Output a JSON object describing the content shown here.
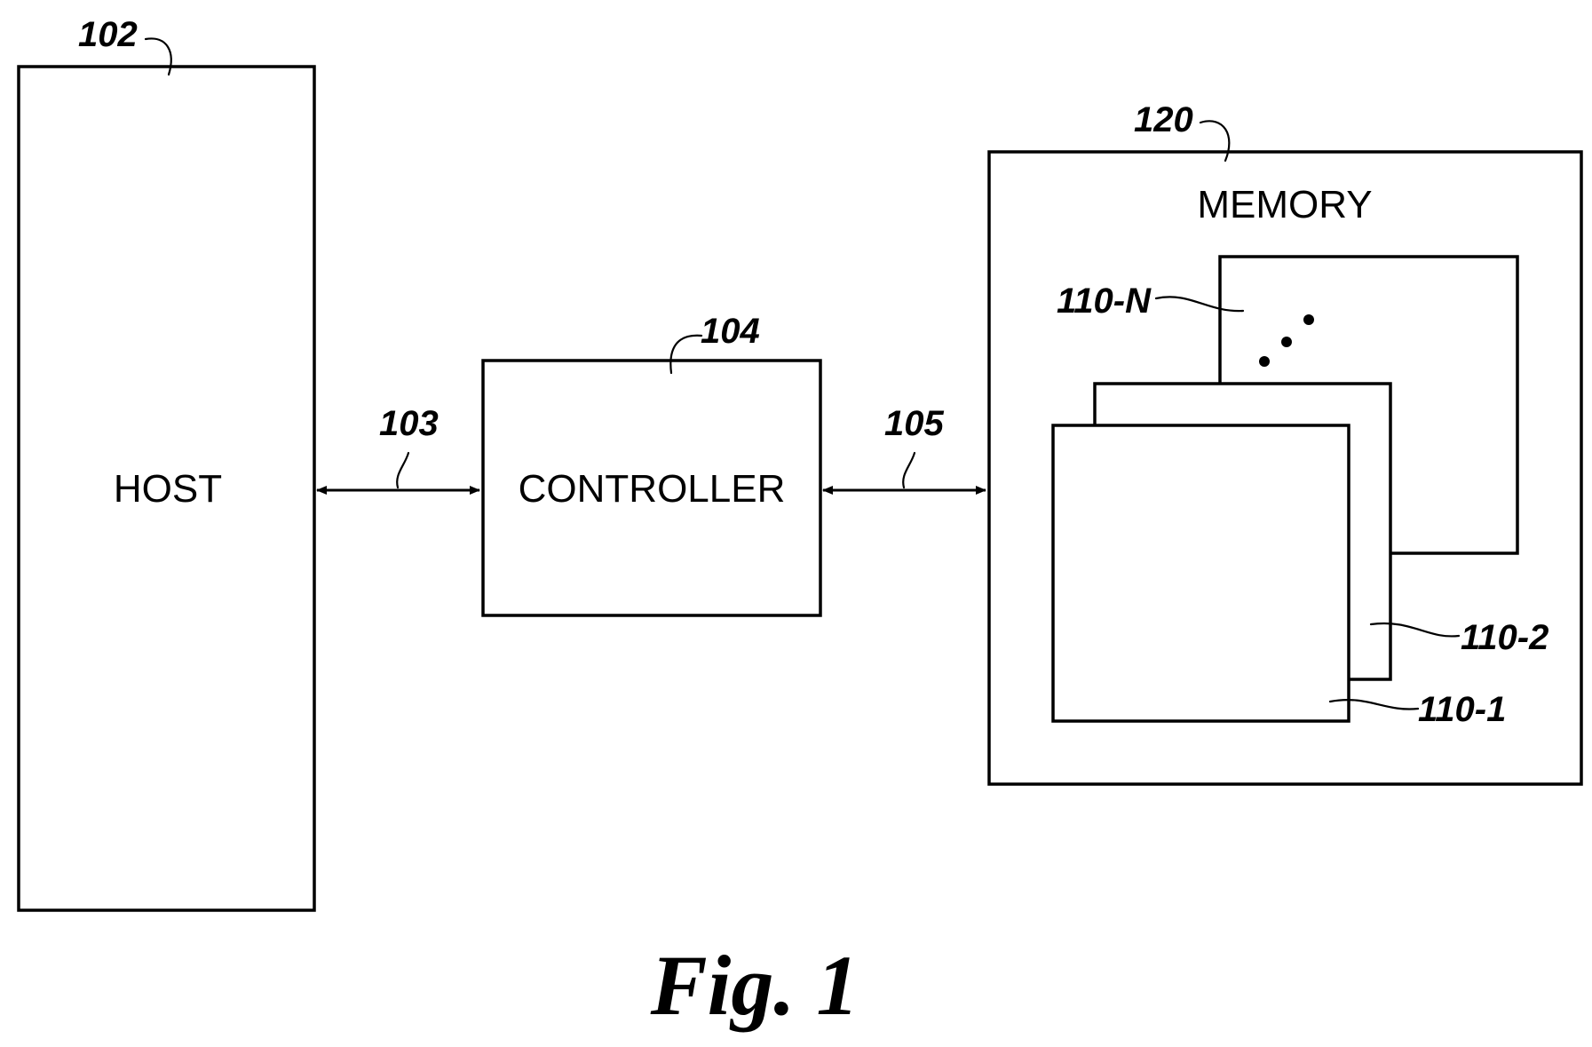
{
  "figure": {
    "caption": "Fig. 1"
  },
  "host": {
    "label": "HOST",
    "ref": "102"
  },
  "controller": {
    "label": "CONTROLLER",
    "ref": "104"
  },
  "memory": {
    "label": "MEMORY",
    "ref": "120",
    "devices": [
      {
        "ref": "110-1"
      },
      {
        "ref": "110-2"
      },
      {
        "ref": "110-N"
      }
    ]
  },
  "links": {
    "host_controller": {
      "ref": "103"
    },
    "controller_memory": {
      "ref": "105"
    }
  }
}
